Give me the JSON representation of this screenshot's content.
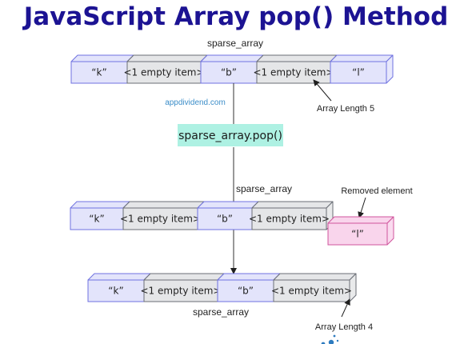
{
  "title": "JavaScript Array pop() Method",
  "watermark": "appdividend.com",
  "method_call": "sparse_array.pop()",
  "arrays": {
    "top": {
      "name": "sparse_array",
      "cells": [
        "“k”",
        "<1 empty item>",
        "“b”",
        "<1 empty item>",
        "“l”"
      ],
      "annotation": "Array Length 5"
    },
    "middle": {
      "name": "sparse_array",
      "cells": [
        "“k”",
        "<1 empty item>",
        "“b”",
        "<1 empty item>"
      ],
      "removed": "“l”",
      "removed_label": "Removed element"
    },
    "bottom": {
      "name": "sparse_array",
      "cells": [
        "“k”",
        "<1 empty item>",
        "“b”",
        "<1 empty item>"
      ],
      "annotation": "Array Length 4"
    }
  },
  "colors": {
    "title": "#1c1393",
    "value_cell": "#e3e4fb",
    "value_border": "#6f72e0",
    "empty_cell": "#e5e6e8",
    "empty_border": "#6a6e76",
    "removed_cell": "#f9d5ec",
    "removed_border": "#d0549c",
    "method_box": "#aef1e3",
    "watermark": "#3d8ec9"
  }
}
